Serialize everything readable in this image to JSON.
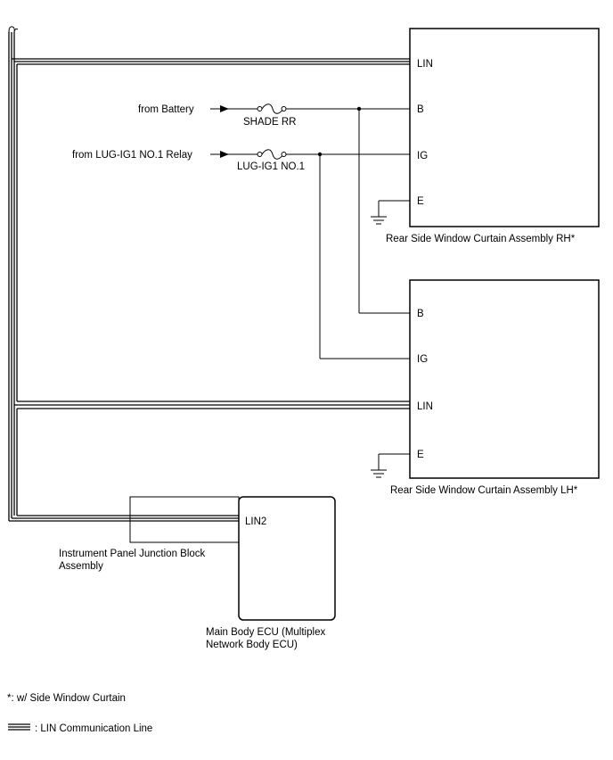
{
  "rh_assembly": {
    "caption": "Rear Side Window Curtain Assembly RH*",
    "pins": {
      "lin": "LIN",
      "b": "B",
      "ig": "IG",
      "e": "E"
    }
  },
  "lh_assembly": {
    "caption": "Rear Side Window Curtain Assembly LH*",
    "pins": {
      "b": "B",
      "ig": "IG",
      "lin": "LIN",
      "e": "E"
    }
  },
  "sources": {
    "battery": "from Battery",
    "ig_relay": "from LUG-IG1 NO.1 Relay"
  },
  "fuses": {
    "shade_rr": "SHADE RR",
    "lug_ig1": "LUG-IG1 NO.1"
  },
  "junction_block": {
    "caption_line1": "Instrument Panel Junction Block",
    "caption_line2": "Assembly"
  },
  "main_body_ecu": {
    "pin": "LIN2",
    "caption_line1": "Main Body ECU (Multiplex",
    "caption_line2": "Network Body ECU)"
  },
  "footnote": "*: w/ Side Window Curtain",
  "legend": {
    "lin_line": ": LIN Communication Line"
  }
}
